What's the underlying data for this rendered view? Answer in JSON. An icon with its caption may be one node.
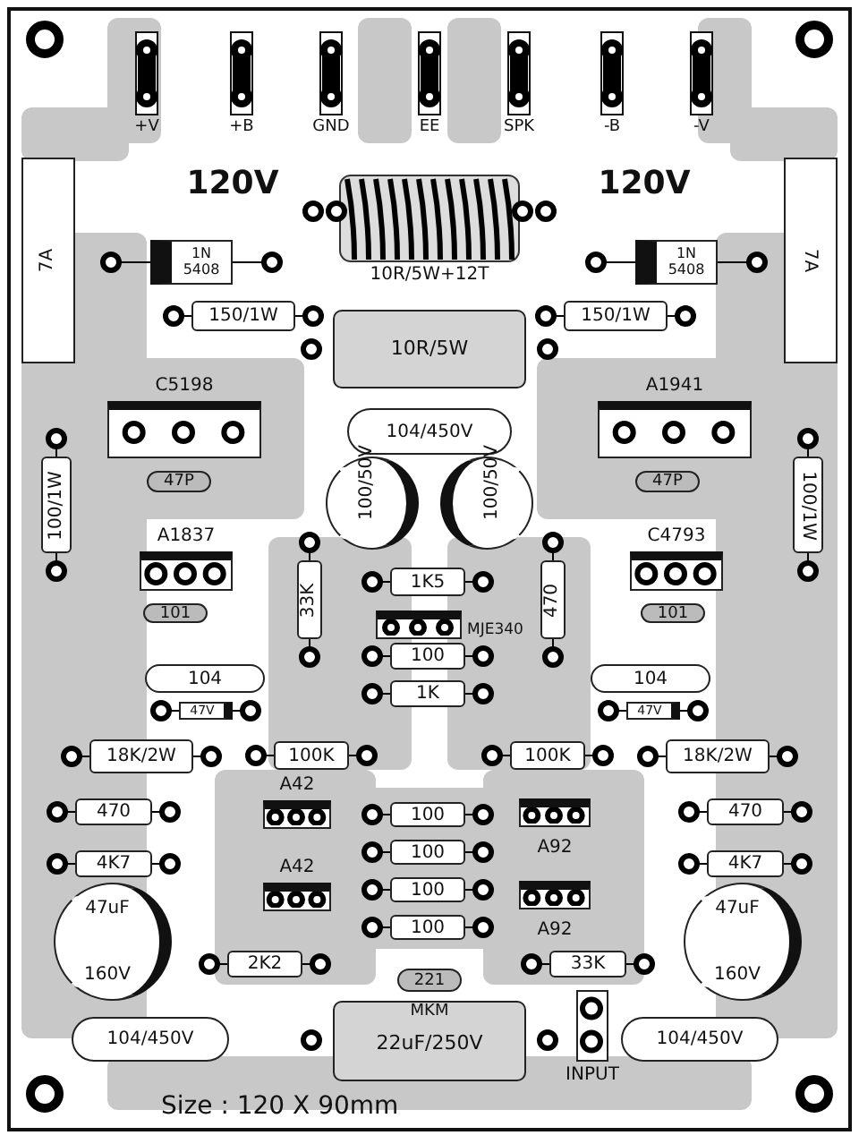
{
  "diagram": {
    "nodes": [
      {
        "text": [
          "7A"
        ]
      },
      {
        "text": [
          "7A"
        ]
      },
      {
        "text": [
          "1N 5408"
        ]
      },
      {
        "text": [
          "1N 5408"
        ]
      },
      {
        "text": [
          "150/1W"
        ]
      },
      {
        "text": [
          "150/1W"
        ]
      },
      {
        "text": [
          "10R/5W"
        ]
      },
      {
        "text": [
          "C5198"
        ]
      },
      {
        "text": [
          "A1941"
        ]
      },
      {
        "text": [
          "104/450V"
        ]
      },
      {
        "text": [
          "100/1W"
        ]
      },
      {
        "text": [
          "100/1W"
        ]
      },
      {
        "text": [
          "47P"
        ]
      },
      {
        "text": [
          "47P"
        ]
      },
      {
        "text": [
          "100/50V"
        ]
      },
      {
        "text": [
          "100/50V"
        ]
      },
      {
        "text": [
          "A1837"
        ]
      },
      {
        "text": [
          "C4793"
        ]
      },
      {
        "text": [
          "101"
        ]
      },
      {
        "text": [
          "101"
        ]
      },
      {
        "text": [
          "33K"
        ]
      },
      {
        "text": [
          "470"
        ]
      },
      {
        "text": [
          "1K5"
        ]
      },
      {
        "text": [
          "MJE340"
        ]
      },
      {
        "text": [
          "100"
        ]
      },
      {
        "text": [
          "1K"
        ]
      },
      {
        "text": [
          "104"
        ]
      },
      {
        "text": [
          "104"
        ]
      },
      {
        "text": [
          "47V"
        ]
      },
      {
        "text": [
          "47V"
        ]
      },
      {
        "text": [
          "18K/2W"
        ]
      },
      {
        "text": [
          "100K"
        ]
      },
      {
        "text": [
          "100K"
        ]
      },
      {
        "text": [
          "18K/2W"
        ]
      },
      {
        "text": [
          "470"
        ]
      },
      {
        "text": [
          "A42"
        ]
      },
      {
        "text": [
          "100"
        ]
      },
      {
        "text": [
          "A92"
        ]
      },
      {
        "text": [
          "470"
        ]
      },
      {
        "text": [
          "100"
        ]
      },
      {
        "text": [
          "4K7"
        ]
      },
      {
        "text": [
          "4K7"
        ]
      },
      {
        "text": [
          "A42"
        ]
      },
      {
        "text": [
          "100"
        ]
      },
      {
        "text": [
          "A92"
        ]
      },
      {
        "text": [
          "100"
        ]
      },
      {
        "text": [
          "47uF",
          "160V"
        ]
      },
      {
        "text": [
          "47uF",
          "160V"
        ]
      },
      {
        "text": [
          "2K2"
        ]
      },
      {
        "text": [
          "33K"
        ]
      },
      {
        "text": [
          "221"
        ]
      },
      {
        "text": [
          "104/450V"
        ]
      },
      {
        "text": [
          "MKM",
          "22uF/250V"
        ]
      },
      {
        "text": [
          "INPUT"
        ]
      },
      {
        "text": [
          "104/450V"
        ]
      }
    ],
    "labels": [
      "+V",
      "+B",
      "GND",
      "EE",
      "SPK",
      "-B",
      "-V",
      "120V",
      "10R/5W+12T",
      "120V",
      "Size : 120 X 90mm"
    ]
  }
}
